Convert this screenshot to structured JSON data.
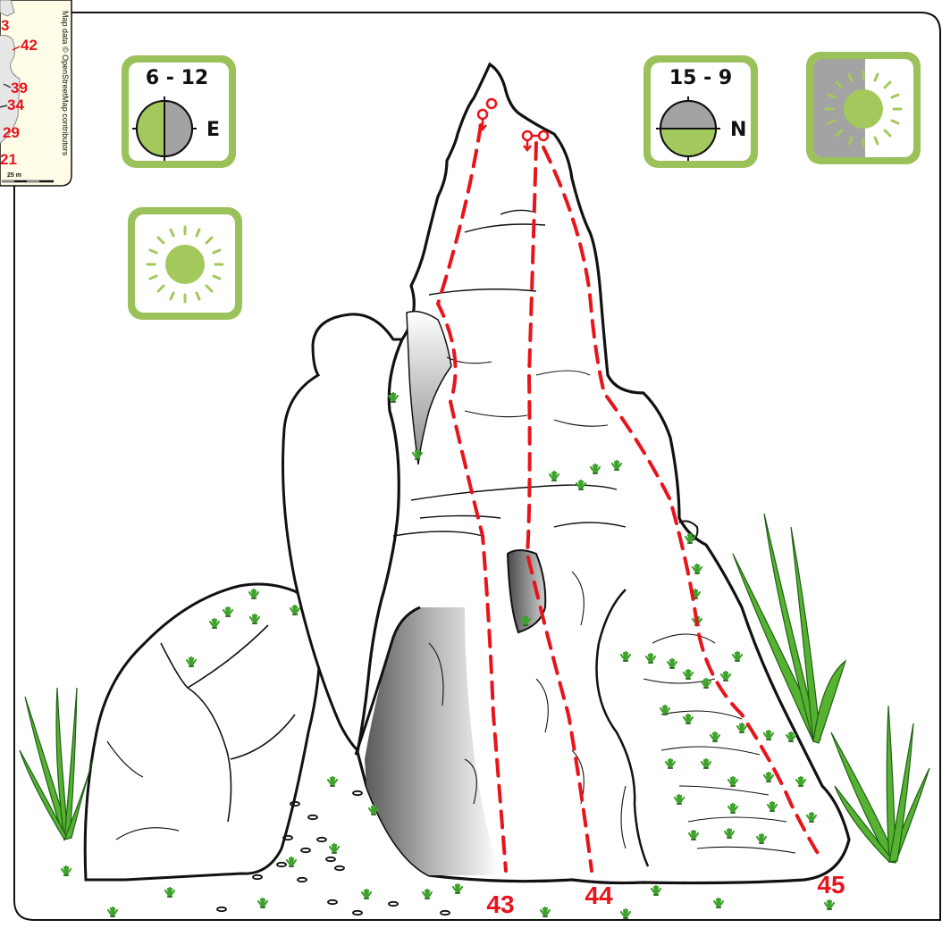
{
  "colors": {
    "route": "#e8141b",
    "sun_green": "#a3c95c",
    "badge_border": "#9bc25a",
    "shadow_grey": "#a3a3a3",
    "grass": "#3fa22c",
    "outline": "#111111"
  },
  "minimap": {
    "labels": [
      "3",
      "42",
      "39",
      "34",
      "29",
      "21"
    ],
    "credit": "Map data © OpenStreetMap contributors",
    "scale": "25 m"
  },
  "badges": {
    "left_time": {
      "range": "6 - 12",
      "dir": "E",
      "icon": "compass-half-sun-icon"
    },
    "right_time": {
      "range": "15 - 9",
      "dir": "N",
      "icon": "compass-half-sun-icon"
    },
    "sun_full": {
      "icon": "full-sun-icon"
    },
    "sun_partial": {
      "icon": "partial-shade-sun-icon"
    }
  },
  "routes": [
    {
      "number": "43"
    },
    {
      "number": "44"
    },
    {
      "number": "45"
    }
  ]
}
